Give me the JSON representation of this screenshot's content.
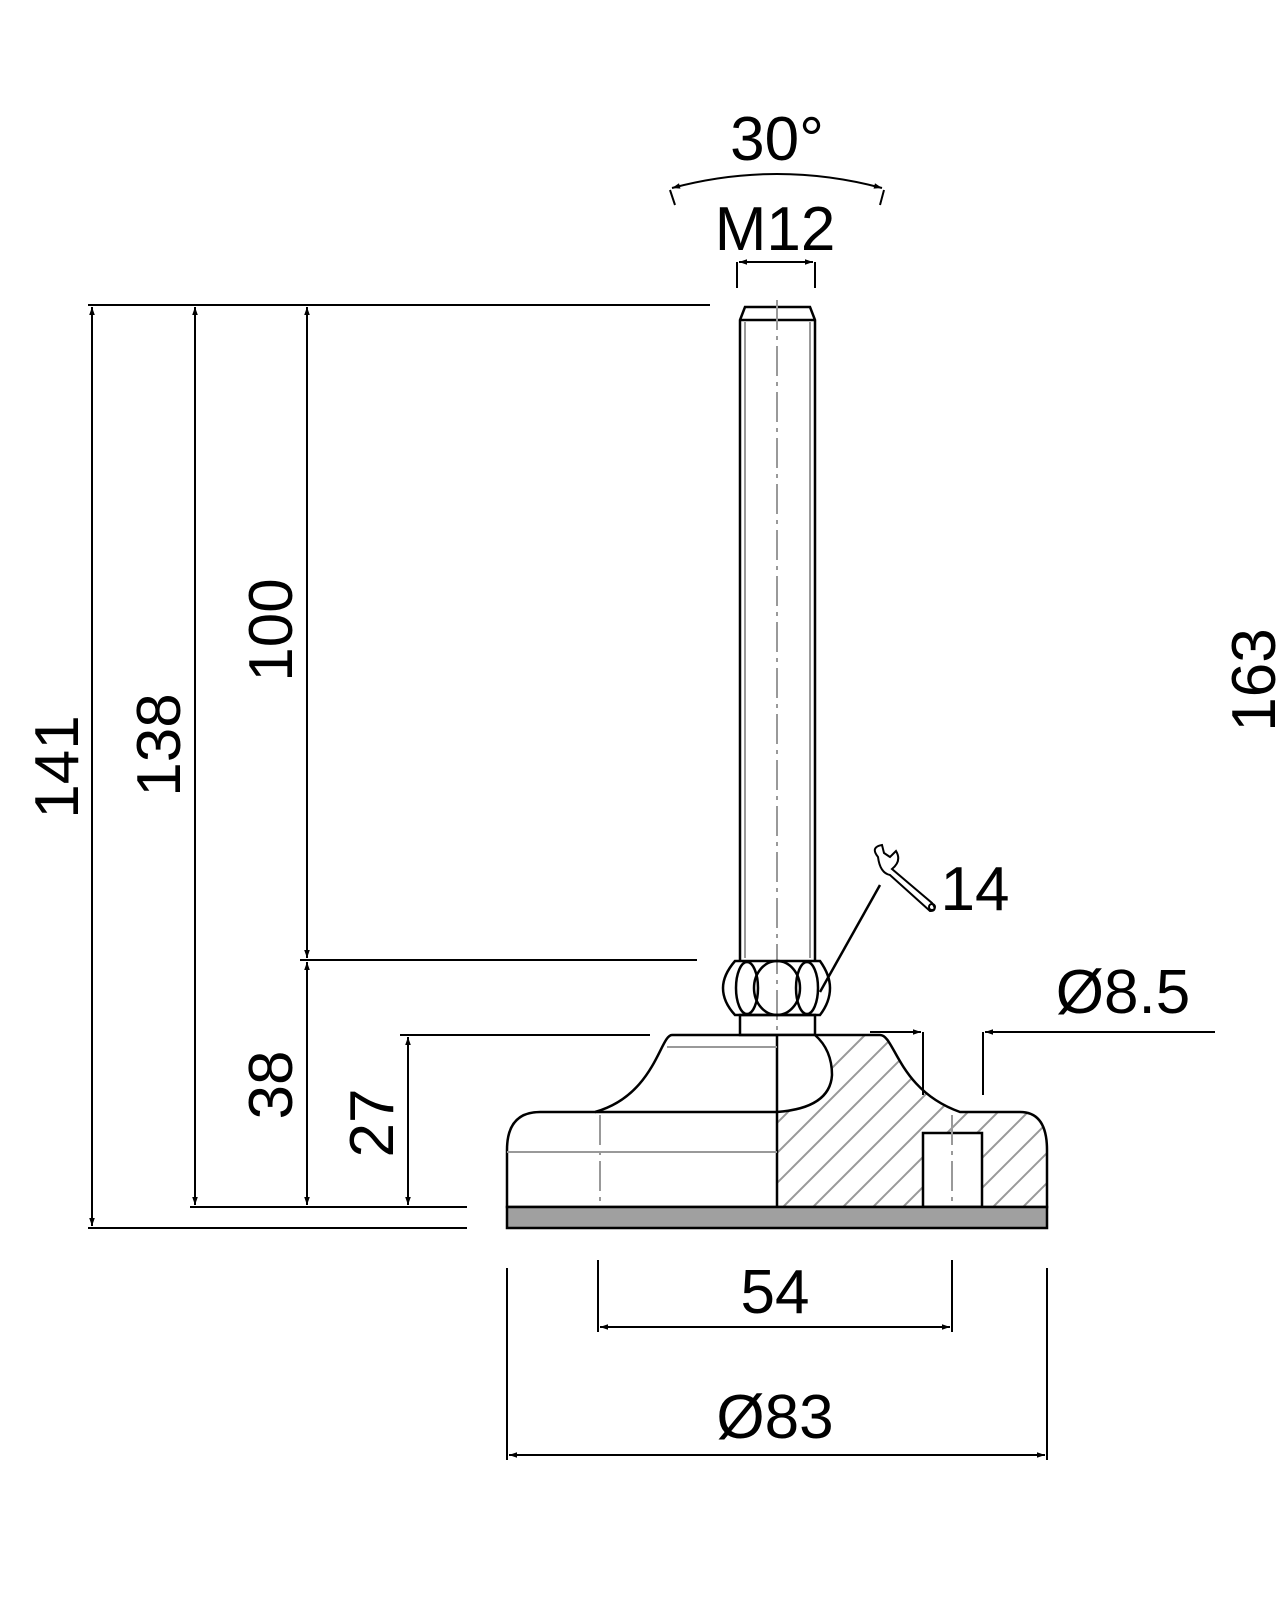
{
  "drawing": {
    "dimensions": {
      "angle": "30°",
      "thread": "M12",
      "overall_height": "141",
      "height_138": "138",
      "stud_length": "100",
      "height_38": "38",
      "base_height": "27",
      "wrench_size": "14",
      "hole_diameter": "Ø8.5",
      "hole_spacing": "54",
      "base_diameter": "Ø83",
      "partial_right": "163"
    },
    "icons": [
      "wrench-icon"
    ],
    "colors": {
      "line": "#000000",
      "centerline": "#999999",
      "pad": "#a0a0a0"
    }
  }
}
